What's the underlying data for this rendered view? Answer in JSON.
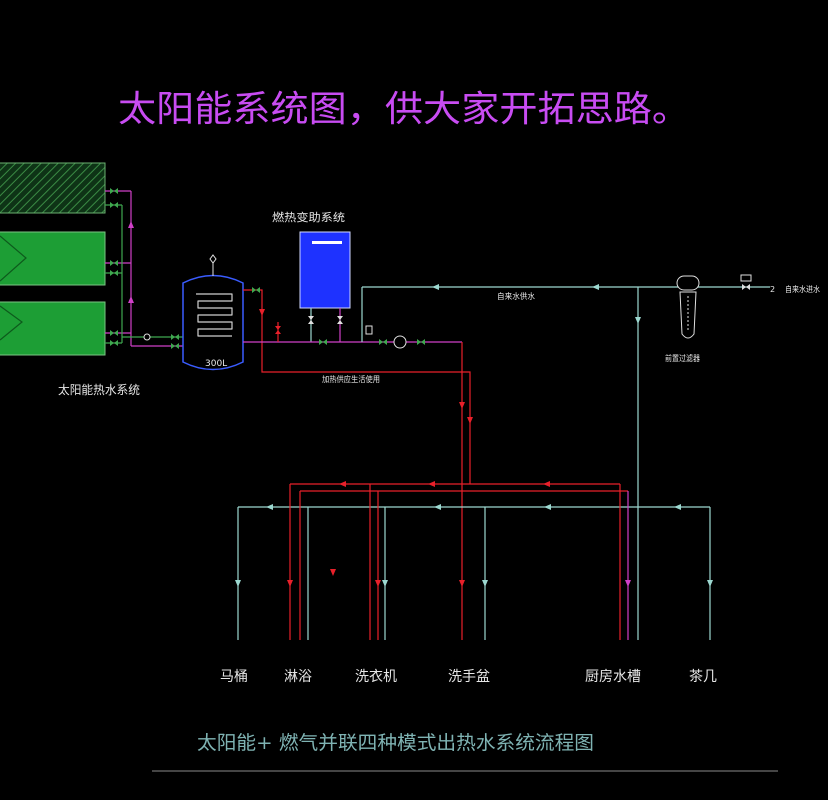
{
  "title": "太阳能系统图，供大家开拓思路。",
  "caption": "太阳能+ 燃气并联四种模式出热水系统流程图",
  "labels": {
    "gas_aux_system": "燃热变助系统",
    "solar_system": "太阳能热水系统",
    "tank_volume": "300L",
    "tap_supply": "自来水供水",
    "tap_inlet": "自来水进水",
    "inlet_number": "2",
    "pre_filter": "前置过滤器",
    "heated_supply": "加热供应生活使用"
  },
  "fixtures": [
    "马桶",
    "淋浴",
    "洗衣机",
    "洗手盆",
    "厨房水槽",
    "茶几"
  ],
  "colors": {
    "background": "#000000",
    "title": "#c84cf2",
    "caption": "#7fb3b3",
    "label": "#e6e6e6",
    "hot_pipe": "#e8202a",
    "circulation_pipe": "#d040c8",
    "cold_pipe": "#9cd8d0",
    "solar_pipe": "#3fa84f",
    "solar_panel": "#1d9e35",
    "boiler": "#1e32ff",
    "tank_outline": "#3a5cff"
  }
}
